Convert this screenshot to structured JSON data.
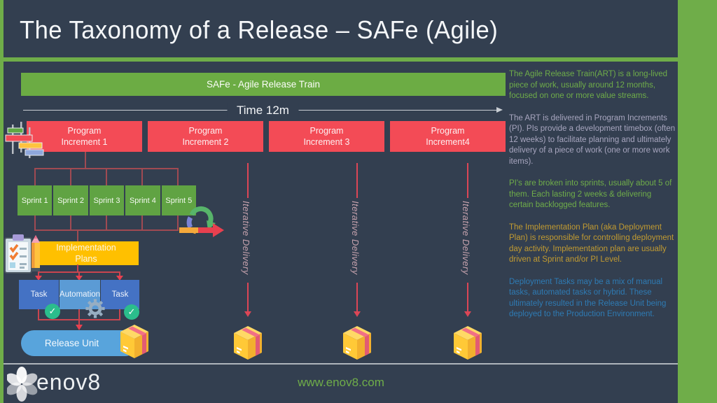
{
  "slide": {
    "title": "The Taxonomy of a Release – SAFe (Agile)"
  },
  "diagram": {
    "train_bar_label": "SAFe - Agile Release Train",
    "time_label": "Time 12m",
    "program_increments": [
      {
        "line1": "Program",
        "line2": "Increment 1"
      },
      {
        "line1": "Program",
        "line2": "Increment 2"
      },
      {
        "line1": "Program",
        "line2": "Increment 3"
      },
      {
        "line1": "Program",
        "line2": "Increment4"
      }
    ],
    "sprints": [
      "Sprint 1",
      "Sprint 2",
      "Sprint 3",
      "Sprint 4",
      "Sprint 5"
    ],
    "iterative_delivery_labels": [
      "Iterative Delivery",
      "Iterative Delivery",
      "Iterative Delivery"
    ],
    "implementation_plans": {
      "line1": "Implementation",
      "line2": "Plans"
    },
    "task_boxes": [
      "Task",
      "Automation",
      "Task"
    ],
    "release_unit_label": "Release Unit",
    "check_glyph": "✓"
  },
  "sidebar": {
    "paragraphs": [
      {
        "text": "The Agile Release Train(ART) is a long-lived piece of work, usually around 12 months, focused on one or more value streams.",
        "color": "#6FAD49"
      },
      {
        "text": "The ART is delivered in Program Increments (PI). PIs provide a development timebox (often 12 weeks) to facilitate planning and ultimately delivery of a piece of work (one or more work items).",
        "color": "#A8A6BF"
      },
      {
        "text": "PI's are broken into sprints, usually about 5 of them. Each lasting 2 weeks & delivering certain backlogged features.",
        "color": "#6FAD49"
      },
      {
        "text": "The Implementation Plan (aka Deployment Plan) is responsible for controlling deployment day activity. Implementation plan are usually driven at Sprint and/or PI Level.",
        "color": "#C29B31"
      },
      {
        "text": "Deployment Tasks may be a mix of manual tasks, automated tasks or hybrid. These ultimately resulted in the Release Unit being deployed to the Production Environment.",
        "color": "#2E7BB4"
      }
    ]
  },
  "footer": {
    "brand": "enov8",
    "website": "www.enov8.com"
  },
  "icons": {
    "gantt_icon": "gantt-chart-bars",
    "iteration_loop_icon": "circular-arrows-loop",
    "clipboard_icon": "checklist-clipboard",
    "pencil_icon": "pencil",
    "gear_icon": "gear",
    "check_icon": "check-circle",
    "package_icon": "package-box",
    "flower_icon": "enov8-flower-logo"
  },
  "colors": {
    "background": "#333F50",
    "accent_green": "#6FAD49",
    "train_bar_green": "#6CAC44",
    "sprint_green": "#60A343",
    "increment_red": "#F34B56",
    "connector_red": "#A04A52",
    "arrow_red": "#E8404F",
    "plans_orange": "#FFC000",
    "task_blue": "#4472C4",
    "automation_blue": "#5B9BD5",
    "release_blue": "#58A4DC",
    "check_teal": "#2BBE8C",
    "iterative_text": "#C7A3AE"
  }
}
